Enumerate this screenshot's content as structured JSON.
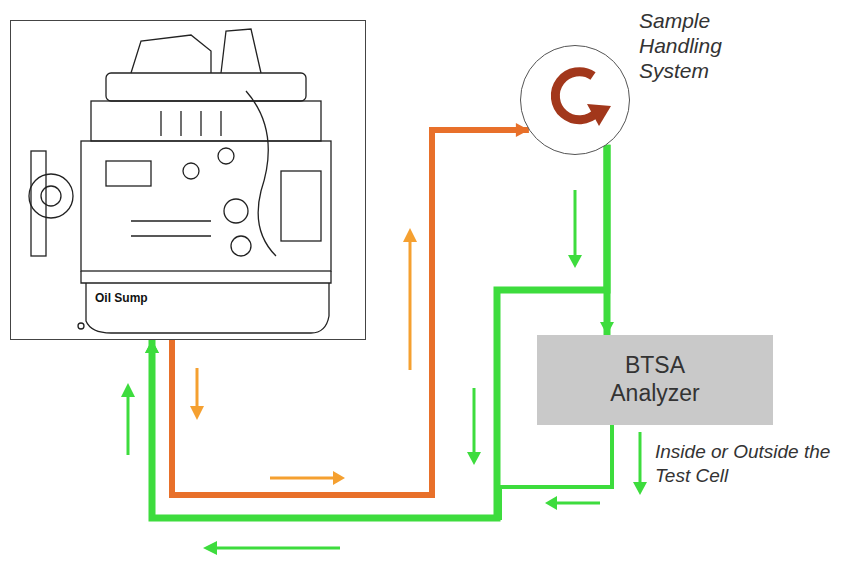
{
  "diagram": {
    "nodes": [
      {
        "text": [
          "Oil Sump"
        ]
      },
      {
        "text": [
          "Sample Handling System"
        ]
      },
      {
        "text": [
          "BTSA Analyzer"
        ]
      }
    ],
    "edges": [
      {
        "from": 0,
        "to": 1,
        "arrow": "to"
      },
      {
        "from": 1,
        "to": 2,
        "arrow": "to"
      },
      {
        "from": 1,
        "to": 0,
        "arrow": "to"
      },
      {
        "from": 2,
        "to": 0,
        "arrow": "to"
      }
    ],
    "labels": [
      "Inside or Outside the Test Cell"
    ]
  }
}
